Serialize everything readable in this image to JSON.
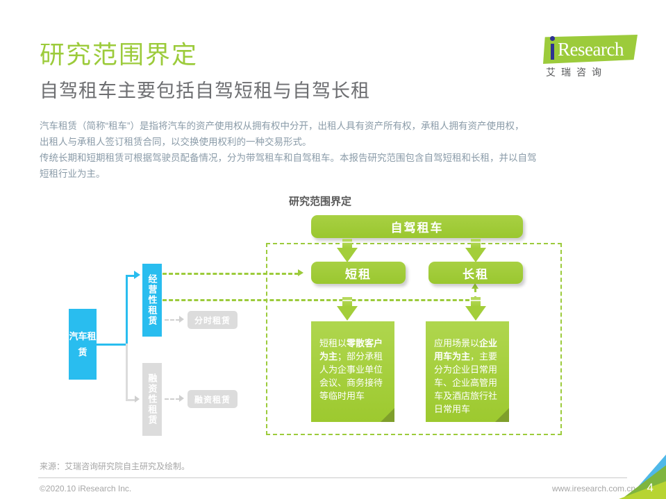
{
  "brand": {
    "logo_text": "Research",
    "logo_cn": "艾瑞咨询",
    "logo_green": "#9CCB3B",
    "logo_blue": "#2E3192"
  },
  "header": {
    "title": "研究范围界定",
    "subtitle": "自驾租车主要包括自驾短租与自驾长租"
  },
  "body": {
    "line1": "汽车租赁（简称“租车”）是指将汽车的资产使用权从拥有权中分开，出租人具有资产所有权，承租人拥有资产使用权，",
    "line2": "出租人与承租人签订租赁合同，以交换使用权利的一种交易形式。",
    "line3": "传统长期和短期租赁可根据驾驶员配备情况，分为带驾租车和自驾租车。本报告研究范围包含自驾短租和长租，并以自驾",
    "line4": "短租行业为主。"
  },
  "diagram": {
    "title": "研究范围界定",
    "root_node": "自驾租车",
    "short_node": "短租",
    "long_node": "长租",
    "source_box": "汽车租赁",
    "operating_lease": "经营性租赁",
    "financial_lease": "融资性租赁",
    "timeshare_lease": "分时租赁",
    "finance_lease_pill": "融资租赁",
    "note_short": {
      "pre": "短租以",
      "bold": "零散客户为主",
      "post": "；部分承租人为企事业单位会议、商务接待等临时用车"
    },
    "note_long": {
      "pre": "应用场景以",
      "bold": "企业用车为主",
      "post": "，主要分为企业日常用车、企业高管用车及酒店旅行社日常用车"
    },
    "colors": {
      "green": "#9CCB3B",
      "blue": "#29BDEF",
      "gray": "#DCDCDC"
    }
  },
  "footer": {
    "source": "来源：艾瑞咨询研究院自主研究及绘制。",
    "copyright": "©2020.10 iResearch Inc.",
    "website": "www.iresearch.com.cn",
    "page_number": "4"
  }
}
